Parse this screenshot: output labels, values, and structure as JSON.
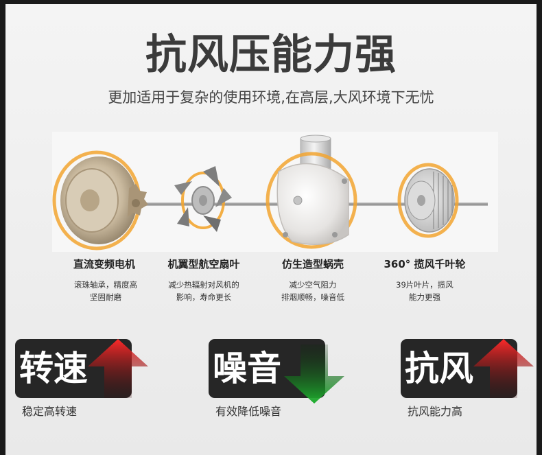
{
  "header": {
    "title": "抗风压能力强",
    "subtitle": "更加适用于复杂的使用环境,在高层,大风环境下无忧"
  },
  "components": [
    {
      "name": "直流变频电机",
      "desc_line1": "滚珠轴承，精度高",
      "desc_line2": "坚固耐磨"
    },
    {
      "name": "机翼型航空扇叶",
      "desc_line1": "减少热辐射对风机的",
      "desc_line2": "影响，寿命更长"
    },
    {
      "name": "仿生造型蜗壳",
      "desc_line1": "减少空气阻力",
      "desc_line2": "排烟顺畅，噪音低"
    },
    {
      "name": "360° 揽风千叶轮",
      "desc_line1": "39片叶片，揽风",
      "desc_line2": "能力更强"
    }
  ],
  "features": [
    {
      "badge": "转速",
      "caption": "稳定高转速",
      "arrow": "up",
      "arrow_icon": "red-up-arrow-icon"
    },
    {
      "badge": "噪音",
      "caption": "有效降低噪音",
      "arrow": "down",
      "arrow_icon": "green-down-arrow-icon"
    },
    {
      "badge": "抗风",
      "caption": "抗风能力高",
      "arrow": "up",
      "arrow_icon": "red-up-arrow-icon"
    }
  ],
  "colors": {
    "accent_red": "#e02020",
    "accent_green": "#1e9e2e",
    "ring_orange": "#f2a530",
    "badge_bg": "#262626"
  }
}
